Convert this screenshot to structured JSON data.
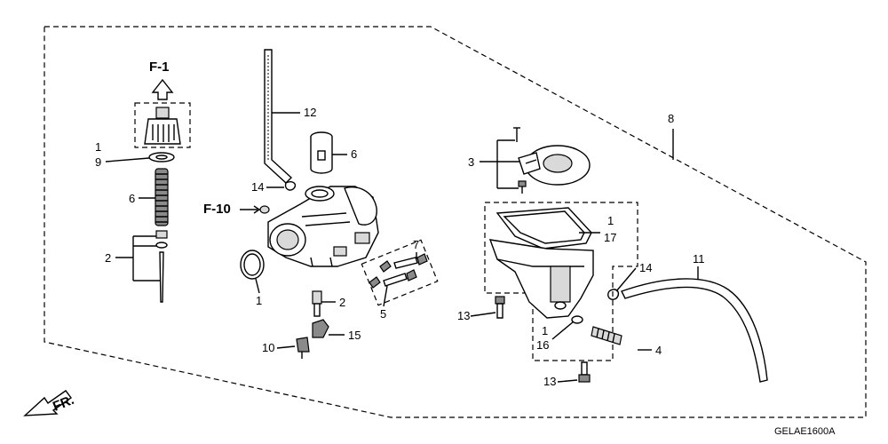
{
  "diagram": {
    "image_code": "GELAE1600A",
    "front_mark": "FR.",
    "ref_f1": "F-1",
    "ref_f10": "F-10",
    "callouts": {
      "c1_top": "1",
      "c9": "9",
      "c6_left": "6",
      "c2_left": "2",
      "c12": "12",
      "c6_mid": "6",
      "c14_mid": "14",
      "c1_oring": "1",
      "c7": "7",
      "c5": "5",
      "c2_mid": "2",
      "c10": "10",
      "c15": "15",
      "c8": "8",
      "c3": "3",
      "c1_gasket": "1",
      "c17": "17",
      "c14_right": "14",
      "c11": "11",
      "c13_upper": "13",
      "c1_bowl": "1",
      "c16": "16",
      "c4": "4",
      "c13_lower": "13"
    }
  }
}
